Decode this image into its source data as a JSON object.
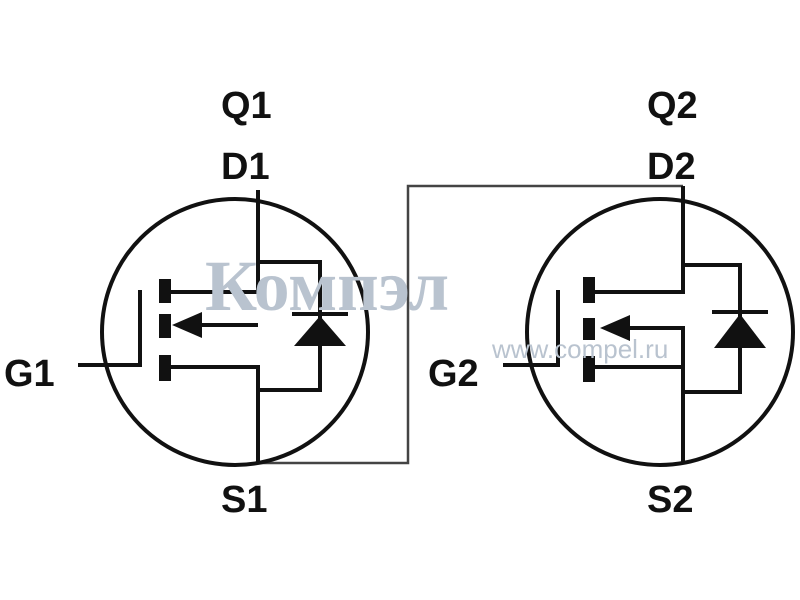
{
  "transistors": [
    {
      "name": "Q1",
      "drain": "D1",
      "gate": "G1",
      "source": "S1"
    },
    {
      "name": "Q2",
      "drain": "D2",
      "gate": "G2",
      "source": "S2"
    }
  ],
  "watermark": {
    "logo": "Компэл",
    "url": "www.compel.ru"
  },
  "colors": {
    "line": "#111111",
    "watermark": "#b9c3cf"
  }
}
